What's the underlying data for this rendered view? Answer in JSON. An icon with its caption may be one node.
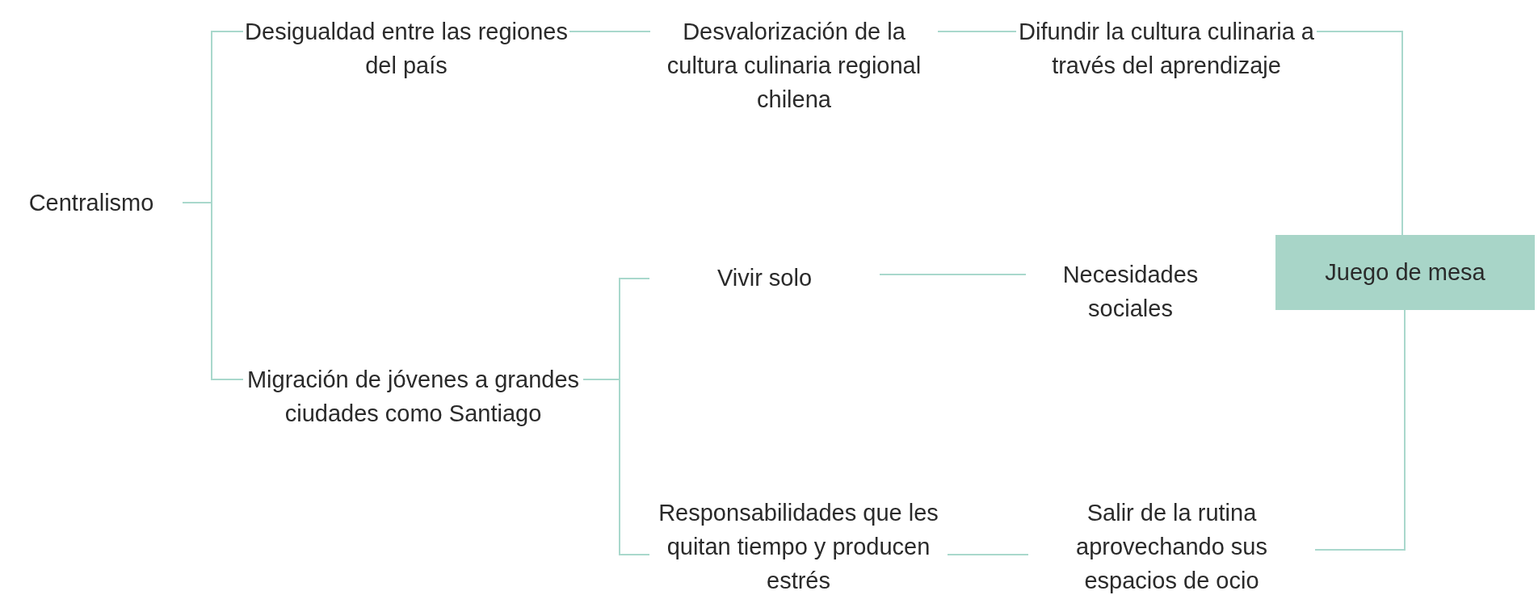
{
  "diagram": {
    "nodes": [
      {
        "text": [
          "Centralismo"
        ]
      },
      {
        "text": [
          "Desigualdad entre las regiones del país"
        ]
      },
      {
        "text": [
          "Desvalorización de la cultura culinaria regional chilena"
        ]
      },
      {
        "text": [
          "Difundir la cultura culinaria a través del aprendizaje"
        ]
      },
      {
        "text": [
          "Juego de mesa"
        ]
      },
      {
        "text": [
          "Migración de jóvenes a grandes ciudades como Santiago"
        ]
      },
      {
        "text": [
          "Vivir solo"
        ]
      },
      {
        "text": [
          "Necesidades sociales"
        ]
      },
      {
        "text": [
          "Responsabilidades que les quitan tiempo y producen estrés"
        ]
      },
      {
        "text": [
          "Salir de la rutina aprovechando sus espacios de ocio"
        ]
      }
    ],
    "edges": [
      {
        "from": 0,
        "to": 1,
        "arrow": "none"
      },
      {
        "from": 0,
        "to": 5,
        "arrow": "none"
      },
      {
        "from": 1,
        "to": 2,
        "arrow": "none"
      },
      {
        "from": 2,
        "to": 3,
        "arrow": "none"
      },
      {
        "from": 3,
        "to": 4,
        "arrow": "none"
      },
      {
        "from": 5,
        "to": 6,
        "arrow": "none"
      },
      {
        "from": 5,
        "to": 8,
        "arrow": "none"
      },
      {
        "from": 6,
        "to": 7,
        "arrow": "none"
      },
      {
        "from": 8,
        "to": 9,
        "arrow": "none"
      },
      {
        "from": 9,
        "to": 4,
        "arrow": "none"
      }
    ]
  }
}
